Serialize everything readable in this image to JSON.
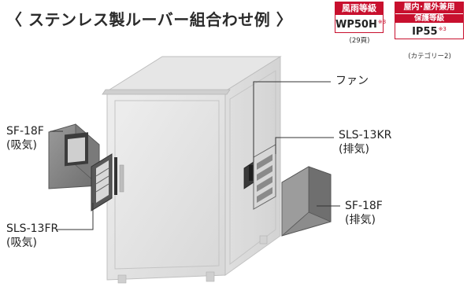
{
  "title": "〈 ステンレス製ルーバー組合わせ例 〉",
  "badges": {
    "weather": {
      "head": "風雨等級",
      "value": "WP50H",
      "note": "※3",
      "caption": "(29頁)"
    },
    "ip": {
      "head": "屋内･屋外兼用",
      "sub": "保護等級",
      "value": "IP55",
      "note": "※3",
      "caption": "(カテゴリー2)"
    }
  },
  "callouts": {
    "fan": "ファン",
    "sf18f_left_model": "SF-18F",
    "sf18f_left_role": "(吸気)",
    "sls13kr_model": "SLS-13KR",
    "sls13kr_role": "(排気)",
    "sls13fr_model": "SLS-13FR",
    "sls13fr_role": "(吸気)",
    "sf18f_right_model": "SF-18F",
    "sf18f_right_role": "(排気)"
  },
  "colors": {
    "badge_red": "#c8102e",
    "enclosure": "#d9d9d9",
    "louver_dark": "#4a4a4a"
  }
}
